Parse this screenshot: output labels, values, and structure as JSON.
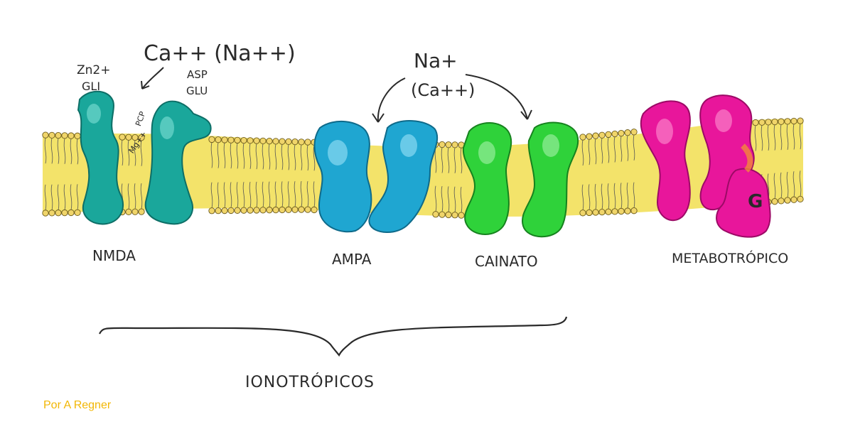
{
  "title_ions_nmda": "Ca++ (Na++)",
  "ions_ampa_cainato": {
    "line1": "Na+",
    "line2": "(Ca++)"
  },
  "nmda_sites": {
    "zn": "Zn2+",
    "gli": "GLI",
    "asp": "ASP",
    "glu": "GLU",
    "pcp": "PCP",
    "mg": "Mg++"
  },
  "receptors": {
    "nmda": "NMDA",
    "ampa": "AMPA",
    "cainato": "CAINATO",
    "metabotropico": "METABOTRÓPICO",
    "g_protein": "G"
  },
  "group_label": "IONOTRÓPICOS",
  "credit": "Por A Regner",
  "colors": {
    "membrane": "#f3e36a",
    "lipid_head": "#f0d56a",
    "nmda": "#1aa79b",
    "ampa": "#1fa6d1",
    "cainato": "#2fd23a",
    "metabotropic": "#e8169b",
    "credit": "#f2b705"
  }
}
